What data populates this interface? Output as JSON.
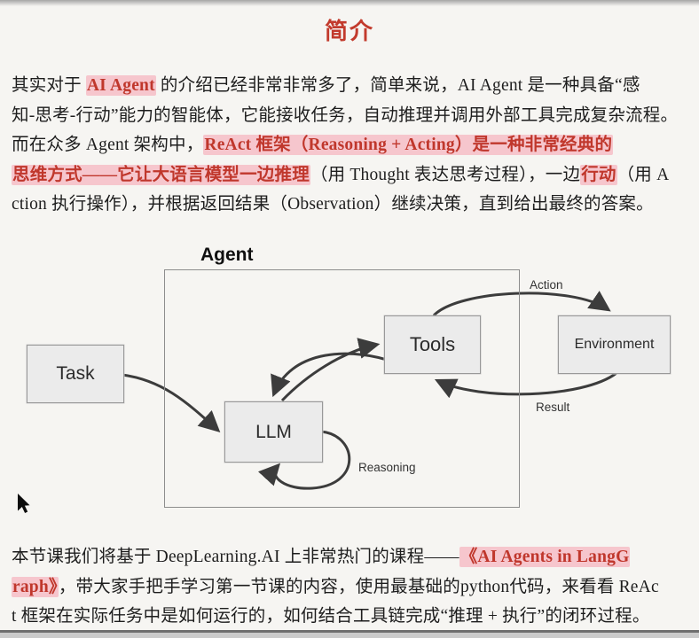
{
  "title": "简介",
  "colors": {
    "accent_red": "#c0372c",
    "highlight_pink": "#f6c6cd",
    "node_fill": "#ebebeb",
    "arrow": "#3c3c3c",
    "background": "#f6f5f2"
  },
  "paragraph1": {
    "lines": [
      {
        "segments": [
          {
            "text": "其实对于 ",
            "style": "normal"
          },
          {
            "text": "AI Agent",
            "style": "red-highlight"
          },
          {
            "text": " 的介绍已经非常非常多了，简单来说，AI Agent 是一种具备“感",
            "style": "normal"
          }
        ]
      },
      {
        "segments": [
          {
            "text": "知-思考-行动”能力的智能体，它能接收任务，自动推理并调用外部工具完成复杂流程。",
            "style": "normal"
          }
        ]
      },
      {
        "segments": [
          {
            "text": "而在众多 Agent 架构中，",
            "style": "normal"
          },
          {
            "text": "ReAct 框架（Reasoning + Acting）是一种非常经典的",
            "style": "red-highlight"
          }
        ]
      },
      {
        "segments": [
          {
            "text": "思维方式——它让大语言模型一边推理",
            "style": "red-highlight"
          },
          {
            "text": "（用 Thought 表达思考过程），一边",
            "style": "normal"
          },
          {
            "text": "行动",
            "style": "red-highlight"
          },
          {
            "text": "（用 A",
            "style": "normal"
          }
        ]
      },
      {
        "segments": [
          {
            "text": "ction 执行操作），并根据返回结果（Observation）继续决策，直到给出最终的答案。",
            "style": "normal"
          }
        ]
      }
    ]
  },
  "diagram": {
    "agent_label": "Agent",
    "nodes": {
      "task": "Task",
      "llm": "LLM",
      "tools": "Tools",
      "environment": "Environment"
    },
    "edge_labels": {
      "action": "Action",
      "result": "Result",
      "reasoning": "Reasoning"
    }
  },
  "paragraph2": {
    "lines": [
      {
        "segments": [
          {
            "text": "本节课我们将基于 DeepLearning.AI 上非常热门的课程——",
            "style": "normal"
          },
          {
            "text": "《AI Agents in LangG",
            "style": "red-highlight"
          }
        ]
      },
      {
        "segments": [
          {
            "text": "raph》",
            "style": "red-highlight"
          },
          {
            "text": "，带大家手把手学习第一节课的内容，使用最基础的python代码，来看看 ReAc",
            "style": "normal"
          }
        ]
      },
      {
        "segments": [
          {
            "text": "t 框架在实际任务中是如何运行的，如何结合工具链完成“推理 + 执行”的闭环过程。",
            "style": "normal"
          }
        ]
      }
    ]
  }
}
